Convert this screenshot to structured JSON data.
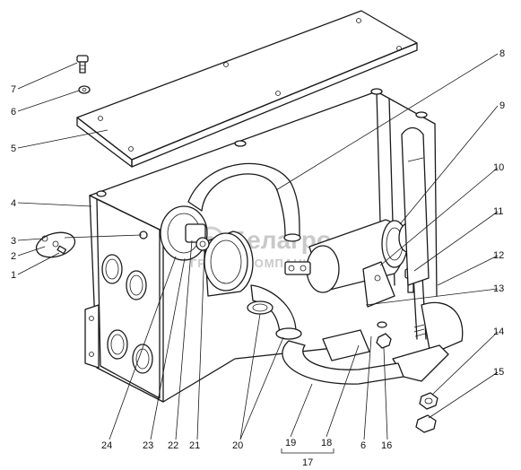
{
  "diagram": {
    "callouts": [
      {
        "id": "c7",
        "text": "7"
      },
      {
        "id": "c6a",
        "text": "6"
      },
      {
        "id": "c5",
        "text": "5"
      },
      {
        "id": "c4",
        "text": "4"
      },
      {
        "id": "c3",
        "text": "3"
      },
      {
        "id": "c2",
        "text": "2"
      },
      {
        "id": "c1",
        "text": "1"
      },
      {
        "id": "c8",
        "text": "8"
      },
      {
        "id": "c9",
        "text": "9"
      },
      {
        "id": "c10",
        "text": "10"
      },
      {
        "id": "c11",
        "text": "11"
      },
      {
        "id": "c12",
        "text": "12"
      },
      {
        "id": "c13",
        "text": "13"
      },
      {
        "id": "c14",
        "text": "14"
      },
      {
        "id": "c15",
        "text": "15"
      },
      {
        "id": "c24",
        "text": "24"
      },
      {
        "id": "c23",
        "text": "23"
      },
      {
        "id": "c22",
        "text": "22"
      },
      {
        "id": "c21",
        "text": "21"
      },
      {
        "id": "c20",
        "text": "20"
      },
      {
        "id": "c19",
        "text": "19"
      },
      {
        "id": "c18",
        "text": "18"
      },
      {
        "id": "c6b",
        "text": "6"
      },
      {
        "id": "c16",
        "text": "16"
      },
      {
        "id": "c17",
        "text": "17"
      }
    ],
    "watermark": {
      "brand": "Белагро",
      "tagline": "ГРУППА КОМПАНИЙ"
    }
  }
}
